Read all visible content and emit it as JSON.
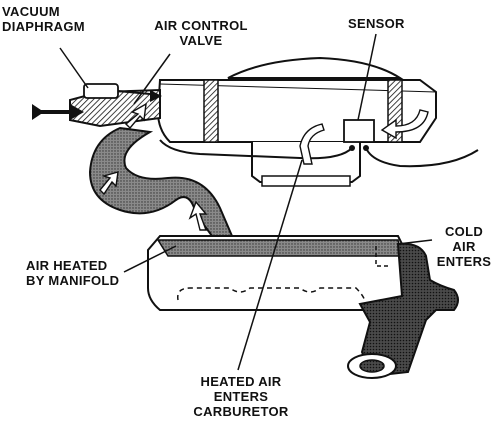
{
  "labels": {
    "vacuum_diaphragm": "VACUUM\nDIAPHRAGM",
    "air_control_valve": "AIR CONTROL\nVALVE",
    "sensor": "SENSOR",
    "cold_air_enters": "COLD\nAIR\nENTERS",
    "air_heated_by_manifold": "AIR HEATED\nBY MANIFOLD",
    "heated_air_enters_carburetor": "HEATED AIR\nENTERS\nCARBURETOR"
  },
  "colors": {
    "ink": "#111111",
    "shade": "#7a7a7a",
    "dark_shade": "#3a3a3a",
    "paper": "#ffffff"
  }
}
